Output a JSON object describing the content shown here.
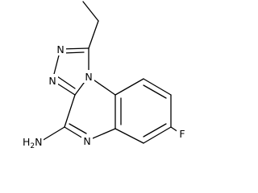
{
  "molecule": {
    "atoms": {
      "n_triazole_upper": "N",
      "n_triazole_lower": "N",
      "n_bridgehead": "N",
      "n_pyrazine": "N",
      "fluorine": "F",
      "amine_main": "H",
      "amine_sub": "2",
      "amine_n": "N"
    }
  }
}
